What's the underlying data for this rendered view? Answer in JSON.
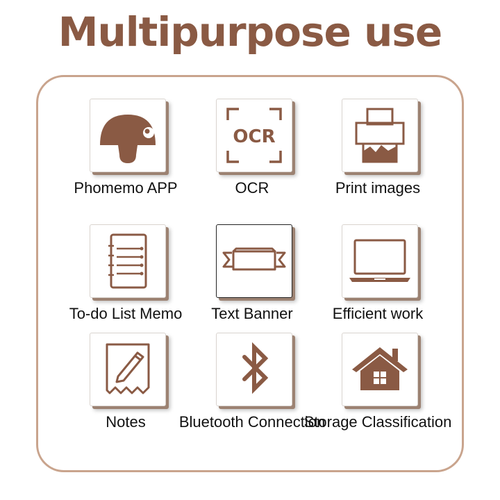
{
  "title": "Multipurpose use",
  "colors": {
    "accent": "#8a5a44",
    "panel_border": "#c9a48d",
    "tile_shadow": "#9c8272"
  },
  "items": [
    {
      "label": "Phomemo APP",
      "icon": "mushroom-icon"
    },
    {
      "label": "OCR",
      "icon": "ocr-icon",
      "icon_text": "OCR"
    },
    {
      "label": "Print images",
      "icon": "printer-icon"
    },
    {
      "label": "To-do List Memo",
      "icon": "checklist-icon"
    },
    {
      "label": "Text Banner",
      "icon": "banner-icon"
    },
    {
      "label": "Efficient work",
      "icon": "laptop-icon"
    },
    {
      "label": "Notes",
      "icon": "note-pencil-icon"
    },
    {
      "label": "Bluetooth Connection",
      "icon": "bluetooth-icon"
    },
    {
      "label": "Storage Classification",
      "icon": "house-icon"
    }
  ]
}
